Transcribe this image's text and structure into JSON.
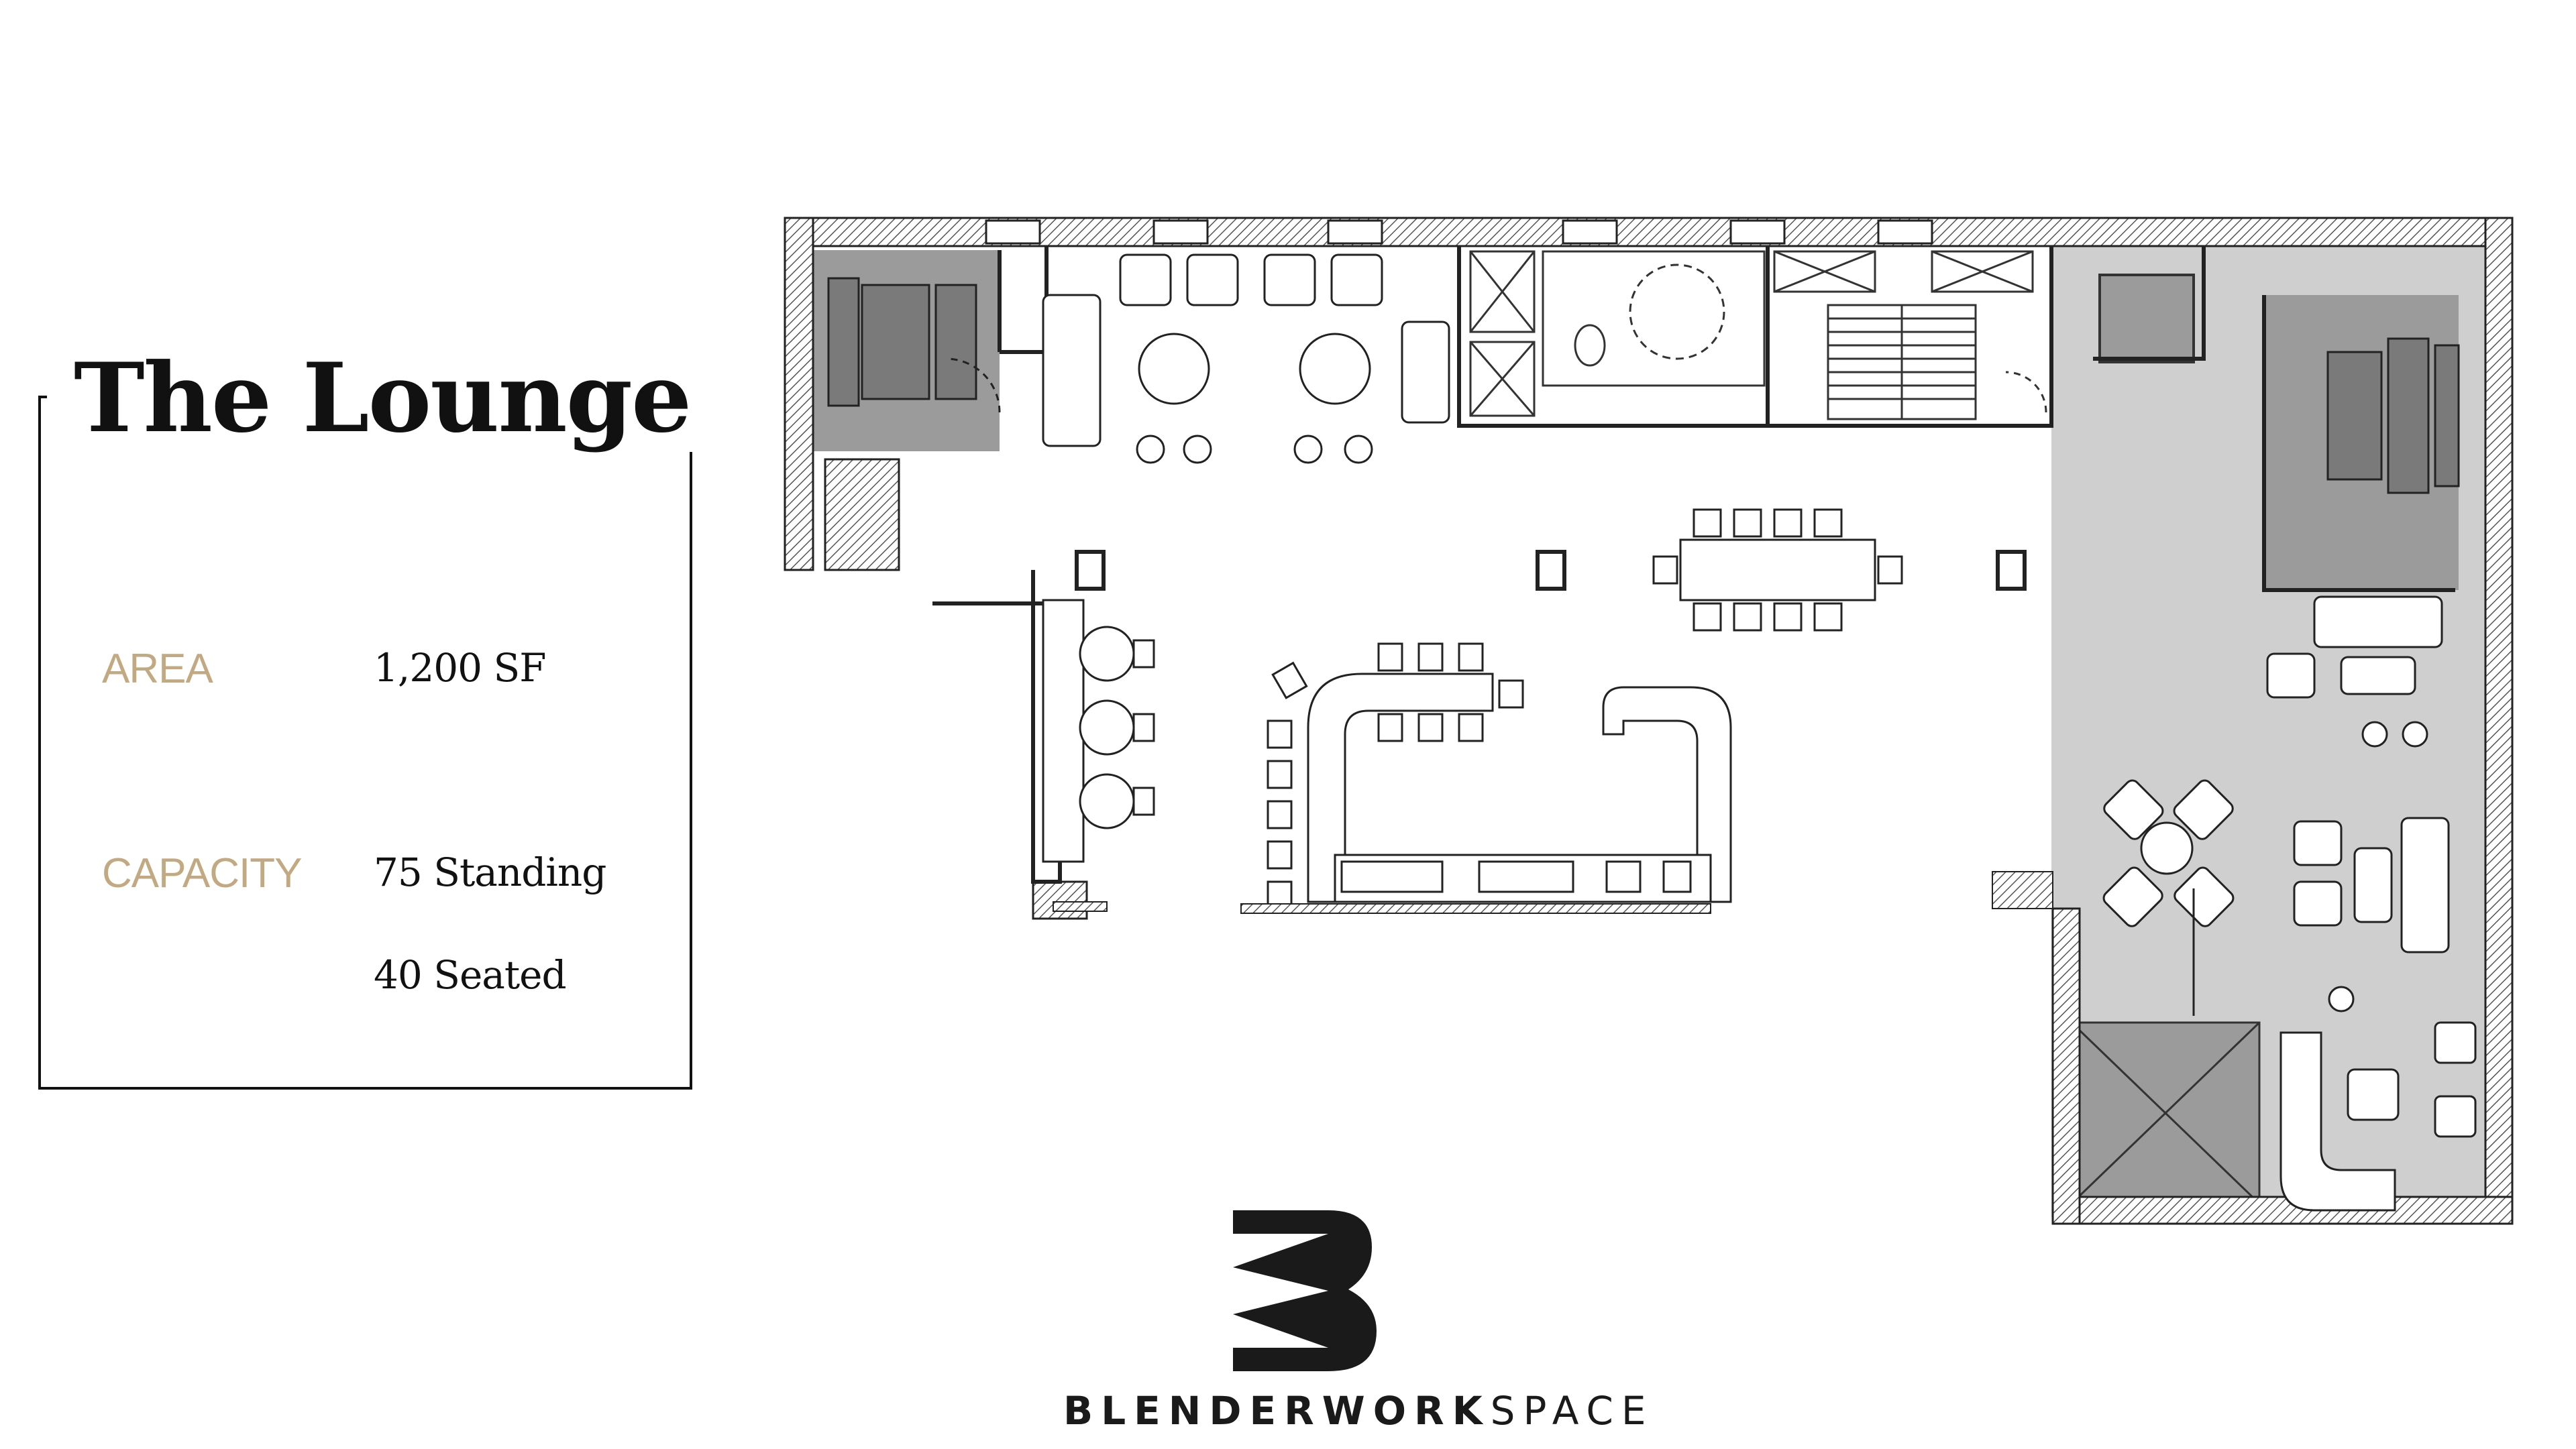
{
  "title": "The Lounge",
  "specs": {
    "area_label": "AREA",
    "area_value": "1,200 SF",
    "capacity_label": "CAPACITY",
    "capacity_standing": "75 Standing",
    "capacity_seated": "40 Seated"
  },
  "brand": {
    "bold": "BLENDERWORK",
    "light": "SPACE"
  },
  "colors": {
    "accent": "#c2a982",
    "text": "#111111",
    "hatch": "#6e6e6e",
    "shade_dark": "#9b9b9b",
    "shade_light": "#cfcfcf"
  }
}
